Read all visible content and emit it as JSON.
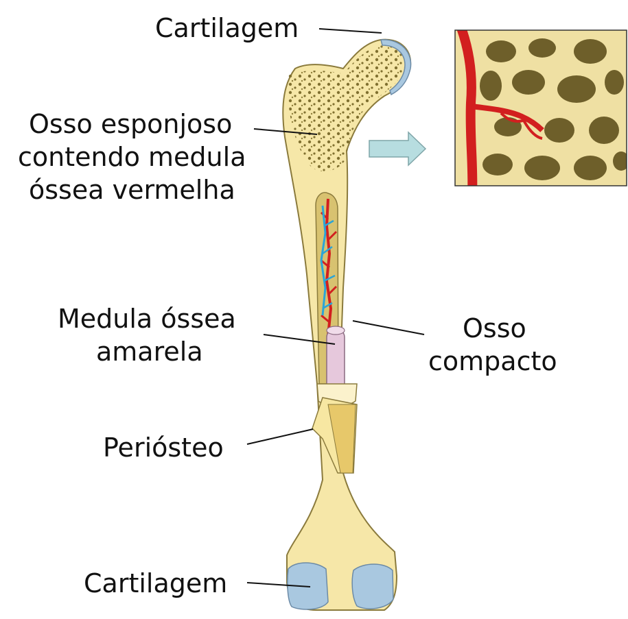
{
  "labels": {
    "cartilage_top": "Cartilagem",
    "spongy_line1": "Osso esponjoso",
    "spongy_line2": "contendo medula",
    "spongy_line3": "óssea vermelha",
    "yellow_marrow_line1": "Medula óssea",
    "yellow_marrow_line2": "amarela",
    "compact_line1": "Osso",
    "compact_line2": "compacto",
    "periosteum": "Perióst­eo",
    "cartilage_bottom": "Cartilagem"
  },
  "colors": {
    "bone": "#f6e7a8",
    "bone_outline": "#8a7a3c",
    "pore": "#7a6a2a",
    "cartilage": "#a9c8e0",
    "artery": "#d21f1f",
    "vein": "#2aa4d8",
    "yellow_marrow": "#e6c8dc",
    "arrow": "#b7dde0"
  },
  "icons": {
    "zoom_arrow": "right-arrow-icon"
  }
}
